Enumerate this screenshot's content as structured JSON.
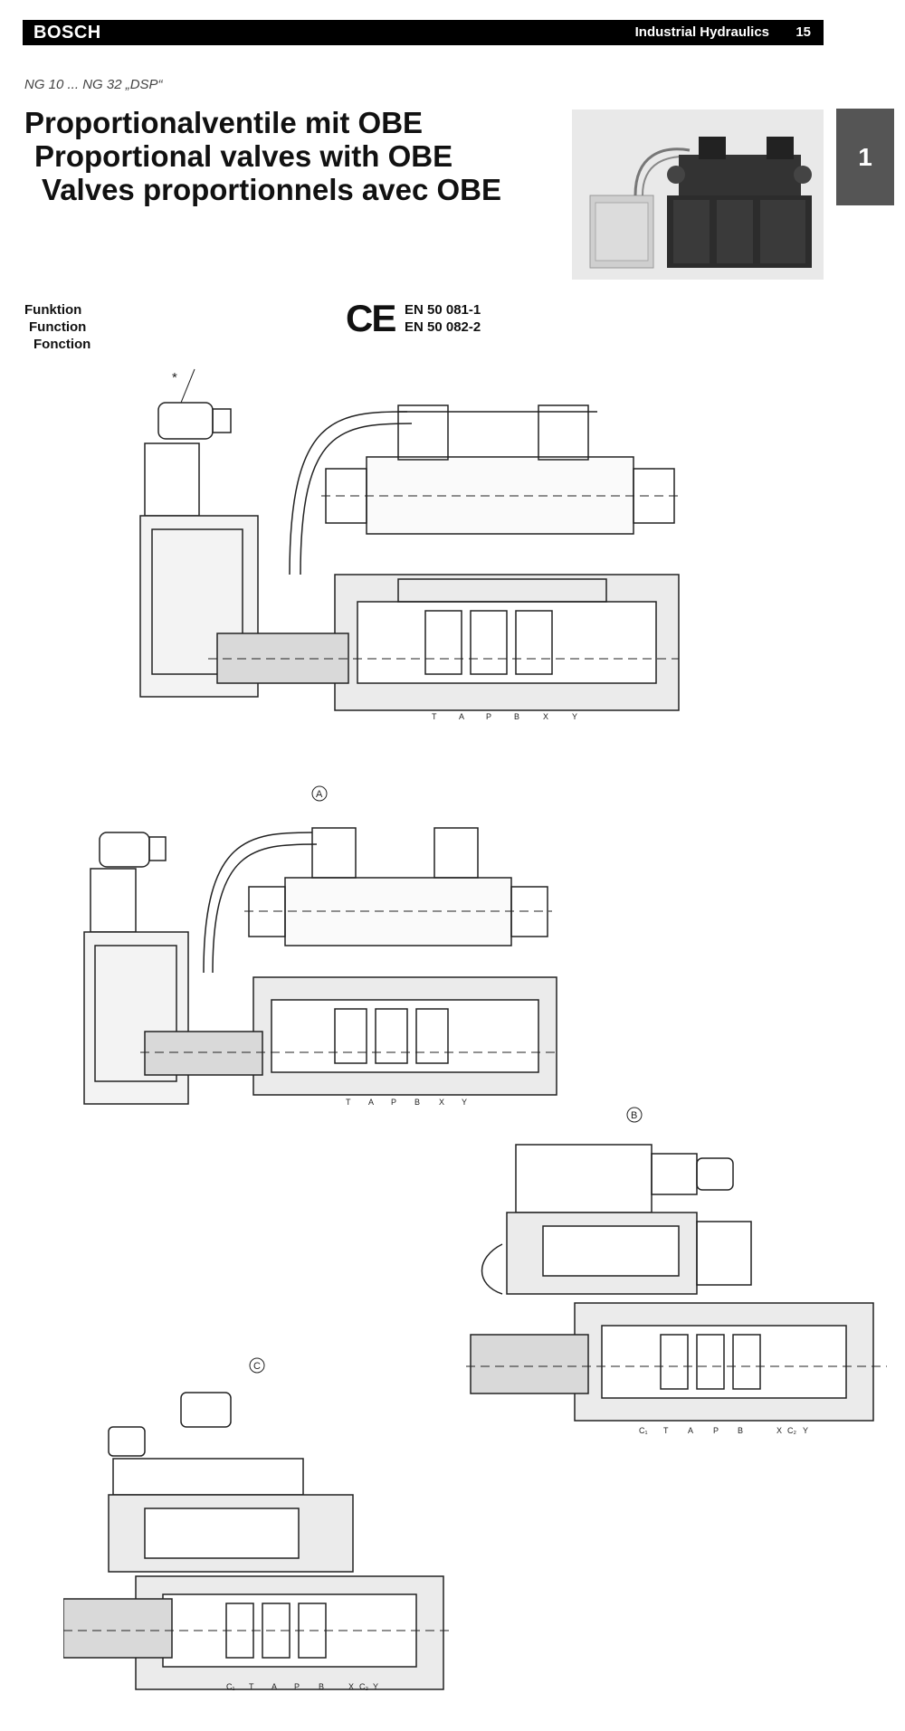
{
  "header": {
    "brand": "BOSCH",
    "doc_area": "Industrial Hydraulics",
    "page_number": "15"
  },
  "size_range": "NG 10 ... NG 32 „DSP“",
  "titles": {
    "de": "Proportionalventile mit OBE",
    "en": "Proportional valves with OBE",
    "fr": "Valves proportionnels avec OBE"
  },
  "chapter_tab": "1",
  "function_labels": {
    "de": "Funktion",
    "en": "Function",
    "fr": "Fonction"
  },
  "ce": {
    "mark": "CE",
    "standards": [
      "EN 50 081-1",
      "EN 50 082-2"
    ]
  },
  "drawings": {
    "main": {
      "asterisk": "*",
      "ports": [
        "T",
        "A",
        "P",
        "B",
        "X",
        "Y"
      ]
    },
    "a": {
      "label": "A",
      "ports": [
        "T",
        "A",
        "P",
        "B",
        "X",
        "Y"
      ]
    },
    "b": {
      "label": "B",
      "ports": [
        "C₁",
        "T",
        "A",
        "P",
        "B",
        "X",
        "C₂",
        "Y"
      ]
    },
    "c": {
      "label": "C",
      "ports": [
        "C₁",
        "T",
        "A",
        "P",
        "B",
        "X",
        "C₂",
        "Y"
      ]
    }
  }
}
